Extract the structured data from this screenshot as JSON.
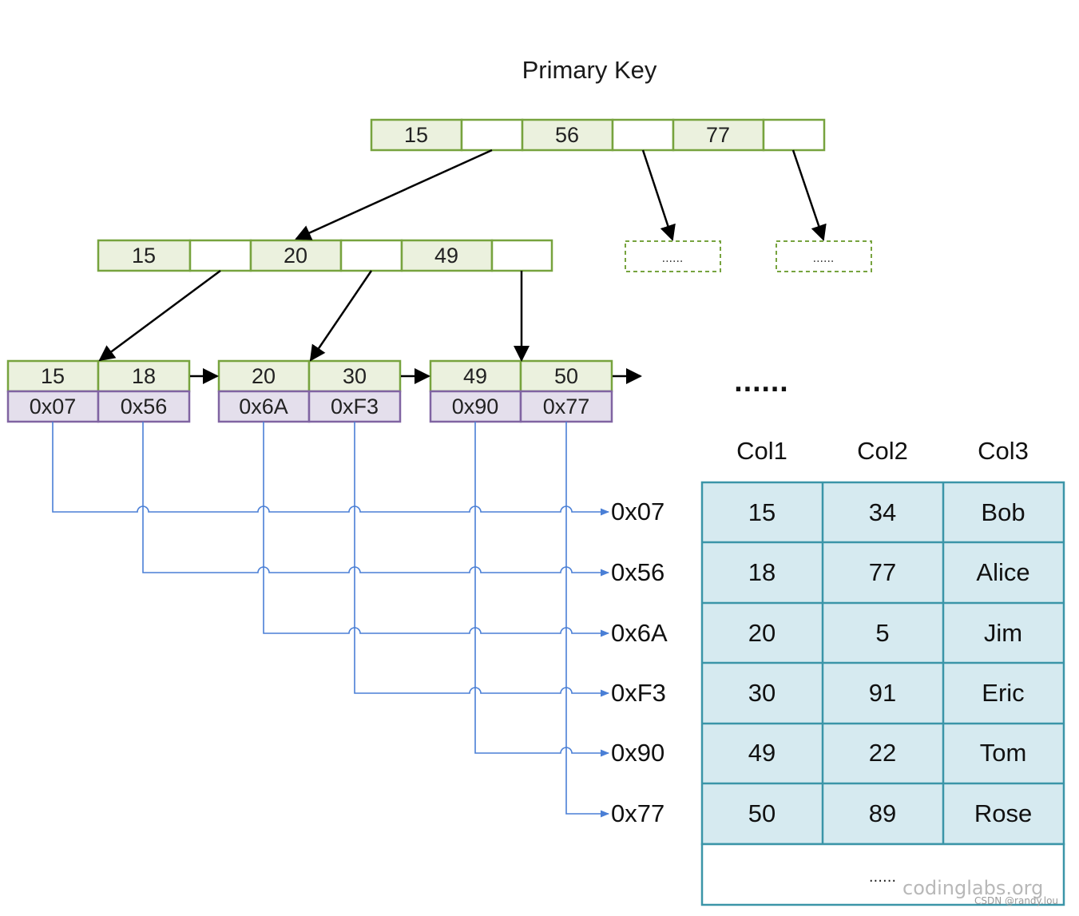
{
  "title": "Primary Key",
  "root_node": [
    {
      "key": "15"
    },
    {
      "key": ""
    },
    {
      "key": "56"
    },
    {
      "key": ""
    },
    {
      "key": "77"
    },
    {
      "key": ""
    }
  ],
  "internal_node": [
    {
      "key": "15"
    },
    {
      "key": ""
    },
    {
      "key": "20"
    },
    {
      "key": ""
    },
    {
      "key": "49"
    },
    {
      "key": ""
    }
  ],
  "placeholder_nodes": [
    "......",
    "......"
  ],
  "leaf_nodes": [
    {
      "keys": [
        "15",
        "18"
      ],
      "addresses": [
        "0x07",
        "0x56"
      ]
    },
    {
      "keys": [
        "20",
        "30"
      ],
      "addresses": [
        "0x6A",
        "0xF3"
      ]
    },
    {
      "keys": [
        "49",
        "50"
      ],
      "addresses": [
        "0x90",
        "0x77"
      ]
    }
  ],
  "leaf_continuation": "......",
  "pointer_labels": [
    "0x07",
    "0x56",
    "0x6A",
    "0xF3",
    "0x90",
    "0x77"
  ],
  "table": {
    "columns": [
      "Col1",
      "Col2",
      "Col3"
    ],
    "rows": [
      [
        "15",
        "34",
        "Bob"
      ],
      [
        "18",
        "77",
        "Alice"
      ],
      [
        "20",
        "5",
        "Jim"
      ],
      [
        "30",
        "91",
        "Eric"
      ],
      [
        "49",
        "22",
        "Tom"
      ],
      [
        "50",
        "89",
        "Rose"
      ]
    ],
    "more": "......"
  },
  "watermark": "codinglabs.org",
  "credit": "CSDN @randy.lou",
  "colors": {
    "key_fill": "#ebf1de",
    "key_border": "#77a33e",
    "addr_fill": "#e4dfec",
    "addr_border": "#8064a2",
    "table_fill": "#d6eaf0",
    "table_border": "#3b95a8",
    "pointer_line": "#4a7fd6",
    "arrow": "#000000"
  }
}
